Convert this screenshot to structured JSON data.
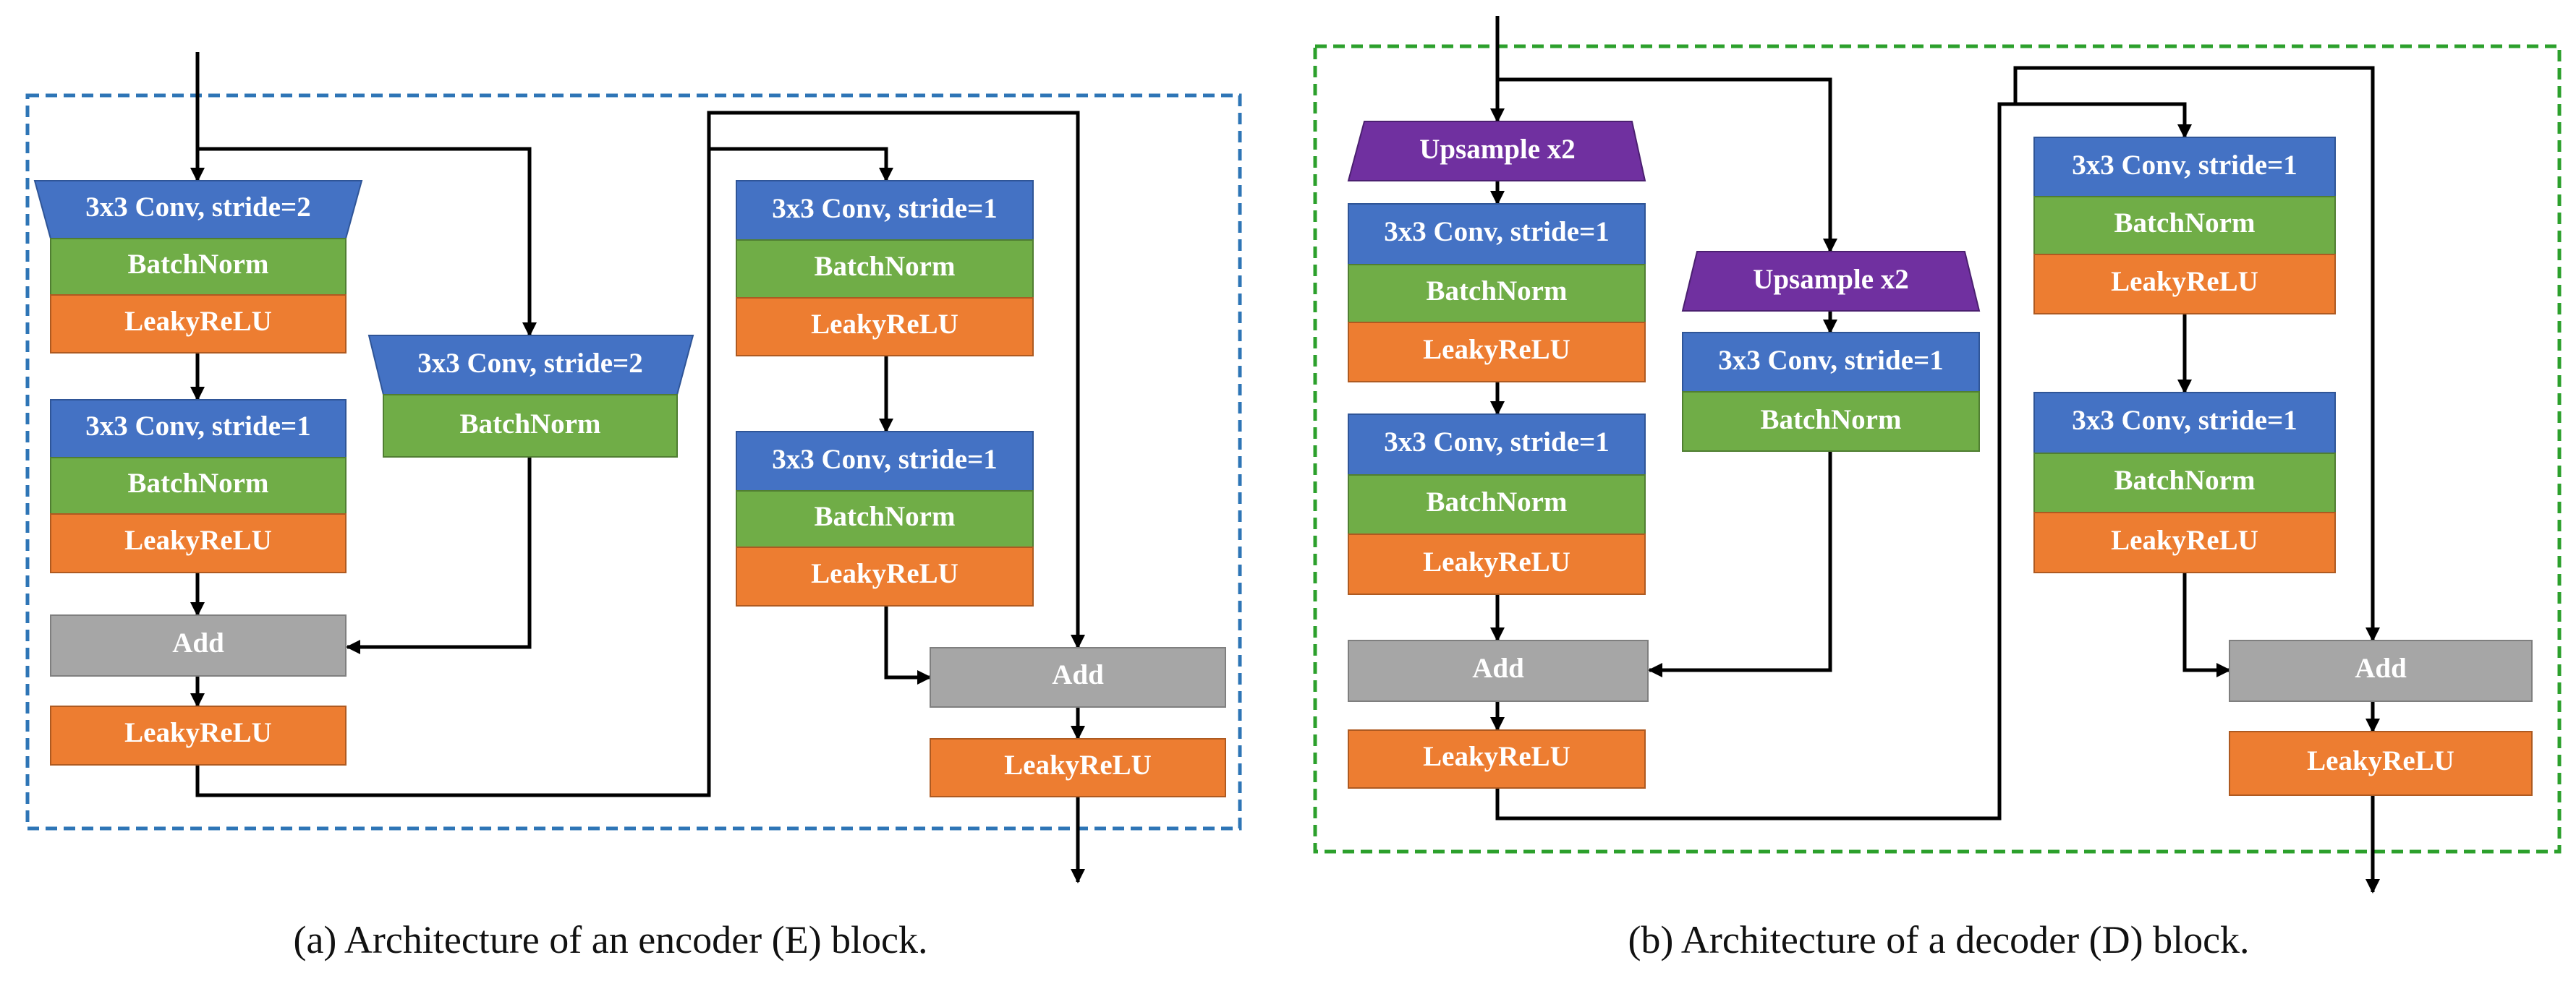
{
  "colors": {
    "conv": "#4472C4",
    "batchnorm": "#70AD47",
    "leakyrelu": "#ED7D31",
    "add": "#A6A6A6",
    "upsample": "#7030A0",
    "encoder_border": "#2E75B6",
    "decoder_border": "#2CA02C",
    "arrow": "#000000"
  },
  "encoder": {
    "caption": "(a)  Architecture of an encoder (E) block.",
    "main_path": {
      "conv1": "3x3 Conv, stride=2",
      "bn1": "BatchNorm",
      "act1": "LeakyReLU",
      "conv2": "3x3 Conv, stride=1",
      "bn2": "BatchNorm",
      "act2": "LeakyReLU",
      "add": "Add",
      "act_out": "LeakyReLU"
    },
    "skip_path": {
      "conv": "3x3 Conv, stride=2",
      "bn": "BatchNorm"
    },
    "residual_block": {
      "conv1": "3x3 Conv, stride=1",
      "bn1": "BatchNorm",
      "act1": "LeakyReLU",
      "conv2": "3x3 Conv, stride=1",
      "bn2": "BatchNorm",
      "act2": "LeakyReLU",
      "add": "Add",
      "act_out": "LeakyReLU"
    }
  },
  "decoder": {
    "caption": "(b)  Architecture of a decoder (D) block.",
    "main_path": {
      "upsample": "Upsample x2",
      "conv1": "3x3 Conv, stride=1",
      "bn1": "BatchNorm",
      "act1": "LeakyReLU",
      "conv2": "3x3 Conv, stride=1",
      "bn2": "BatchNorm",
      "act2": "LeakyReLU",
      "add": "Add",
      "act_out": "LeakyReLU"
    },
    "skip_path": {
      "upsample": "Upsample x2",
      "conv": "3x3 Conv, stride=1",
      "bn": "BatchNorm"
    },
    "residual_block": {
      "conv1": "3x3 Conv, stride=1",
      "bn1": "BatchNorm",
      "act1": "LeakyReLU",
      "conv2": "3x3 Conv, stride=1",
      "bn2": "BatchNorm",
      "act2": "LeakyReLU",
      "add": "Add",
      "act_out": "LeakyReLU"
    }
  }
}
